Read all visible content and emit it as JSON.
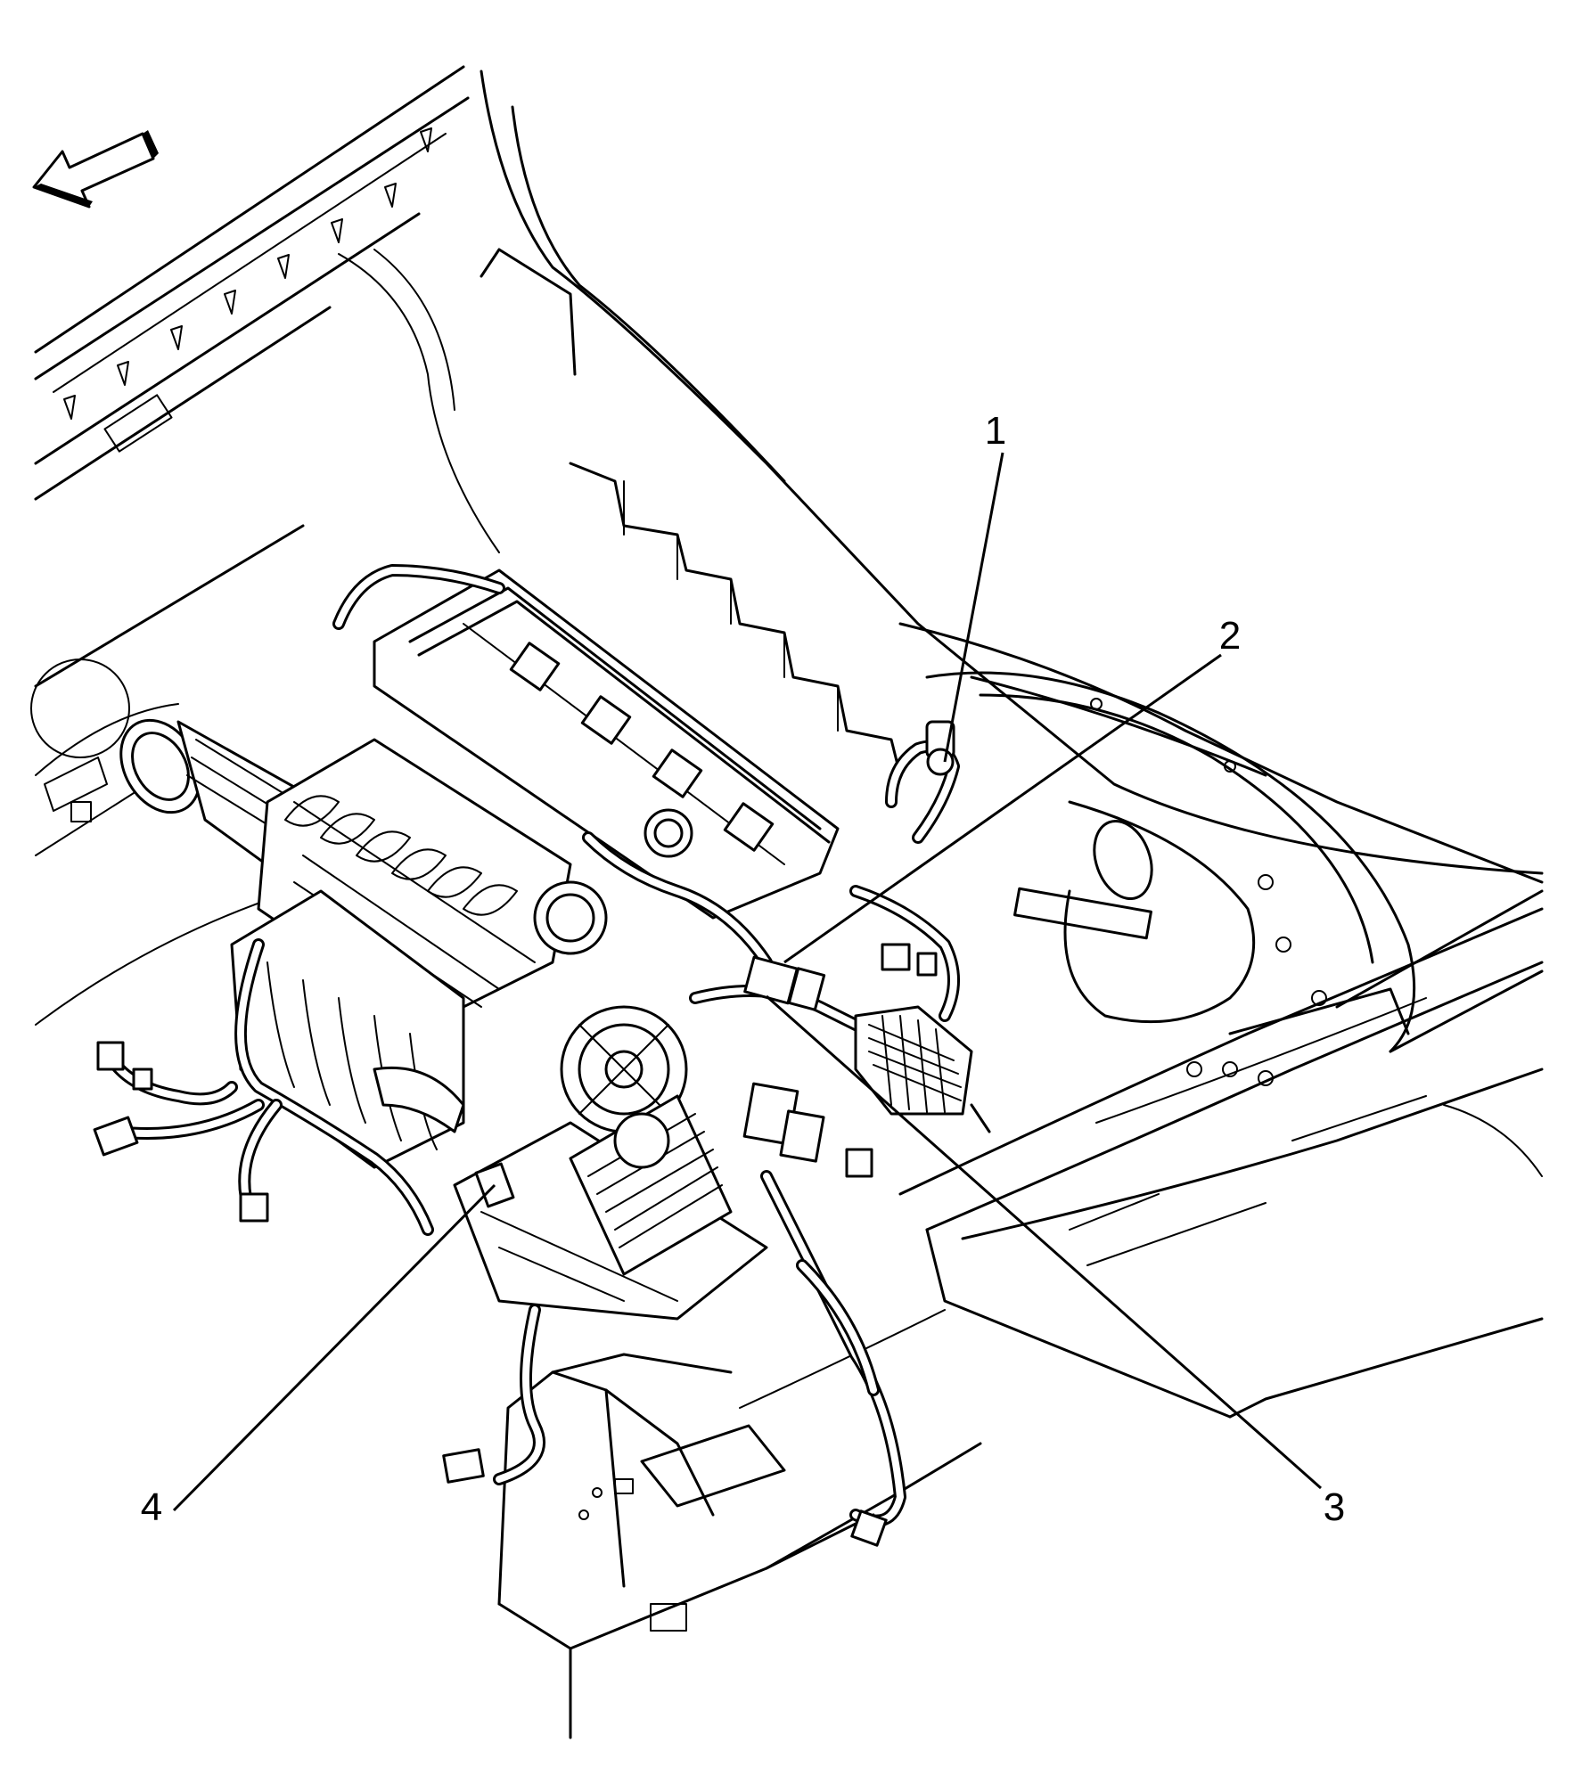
{
  "diagram": {
    "callouts": [
      {
        "id": "1",
        "label": "1"
      },
      {
        "id": "2",
        "label": "2"
      },
      {
        "id": "3",
        "label": "3"
      },
      {
        "id": "4",
        "label": "4"
      }
    ],
    "direction_arrow_icon": "arrow-forward-icon"
  }
}
